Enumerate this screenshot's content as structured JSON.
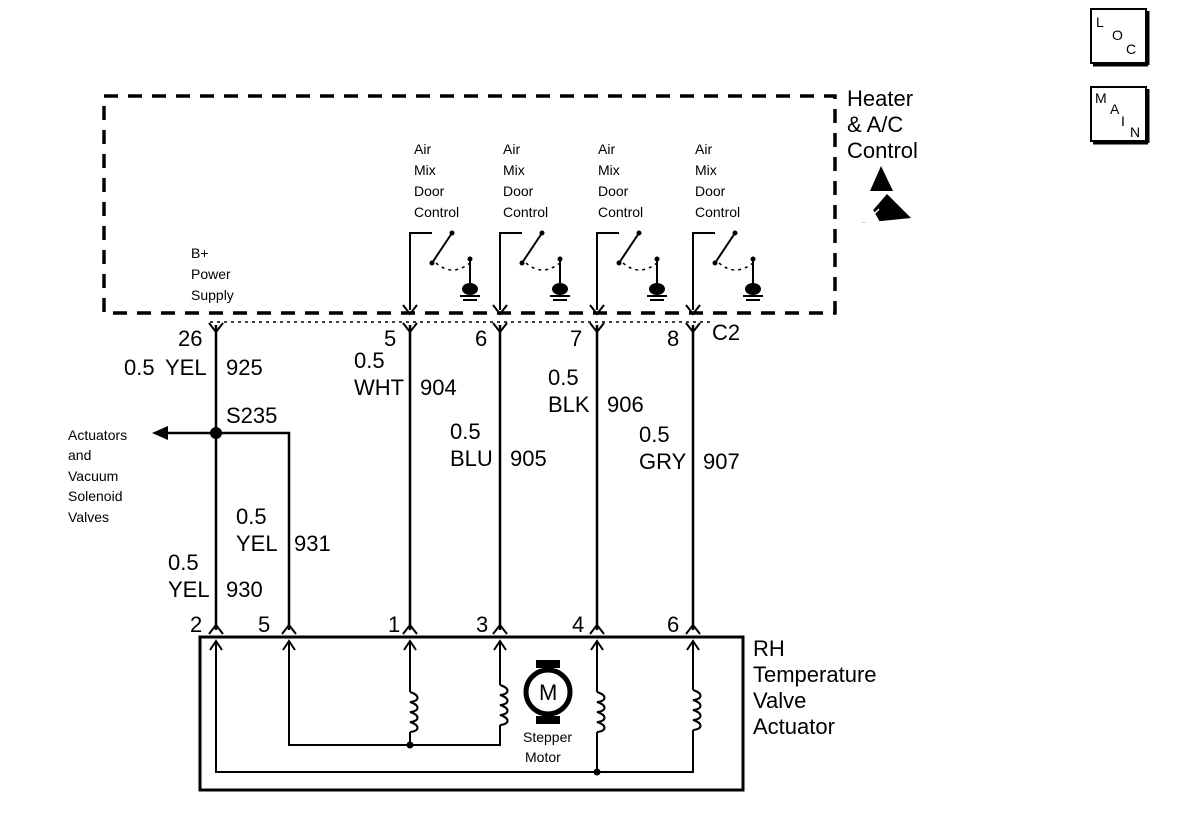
{
  "badges": {
    "loc": [
      "L",
      "O",
      "C"
    ],
    "main": [
      "M",
      "A",
      "I",
      "N"
    ]
  },
  "control_module": {
    "name_lines": [
      "Heater",
      "& A/C",
      "Control"
    ],
    "power_label": [
      "B+",
      "Power",
      "Supply"
    ],
    "door_label": [
      "Air",
      "Mix",
      "Door",
      "Control"
    ],
    "connector": "C2"
  },
  "actuator": {
    "name_lines": [
      "RH",
      "Temperature",
      "Valve",
      "Actuator"
    ],
    "motor_symbol": "M",
    "motor_label": [
      "Stepper",
      "Motor"
    ]
  },
  "splice": {
    "id": "S235",
    "branch_label": [
      "Actuators",
      "and",
      "Vacuum",
      "Solenoid",
      "Valves"
    ]
  },
  "top_pins": [
    "26",
    "5",
    "6",
    "7",
    "8"
  ],
  "bottom_pins": [
    "2",
    "5",
    "1",
    "3",
    "4",
    "6"
  ],
  "wires": [
    {
      "gauge": "0.5",
      "color": "YEL",
      "circuit": "925"
    },
    {
      "gauge": "0.5",
      "color": "WHT",
      "circuit": "904"
    },
    {
      "gauge": "0.5",
      "color": "BLU",
      "circuit": "905"
    },
    {
      "gauge": "0.5",
      "color": "BLK",
      "circuit": "906"
    },
    {
      "gauge": "0.5",
      "color": "GRY",
      "circuit": "907"
    },
    {
      "gauge": "0.5",
      "color": "YEL",
      "circuit": "931"
    },
    {
      "gauge": "0.5",
      "color": "YEL",
      "circuit": "930"
    }
  ]
}
